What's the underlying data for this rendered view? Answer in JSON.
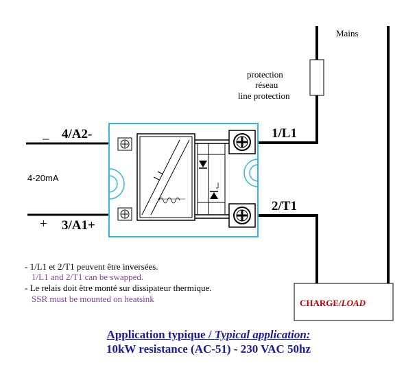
{
  "labels": {
    "mains": "Mains",
    "protection_fr": "protection",
    "protection_fr2": "réseau",
    "protection_en": "line protection",
    "terminal_4": "4/A2-",
    "terminal_3": "3/A1+",
    "terminal_1": "1/L1",
    "terminal_2": "2/T1",
    "minus": "_",
    "plus": "+",
    "signal": "4-20mA",
    "load_fr": "CHARGE/",
    "load_en": "LOAD"
  },
  "notes": {
    "line1_fr": "- 1/L1 et 2/T1 peuvent être inversées.",
    "line1_en": "1/L1 and 2/T1 can be swapped.",
    "line2_fr": "- Le relais doit être monté sur dissipateur thermique.",
    "line2_en": "SSR must be mounted on  heatsink"
  },
  "caption": {
    "title_fr": "Application typique / ",
    "title_en": "Typical  application:",
    "subtitle": "10kW resistance (AC-51) - 230 VAC 50hz"
  },
  "colors": {
    "module_border": "#33b5e5",
    "wire": "#000000",
    "english_note": "#7b3fa0",
    "caption": "#1a1a9a",
    "load_text": "#c00000"
  }
}
